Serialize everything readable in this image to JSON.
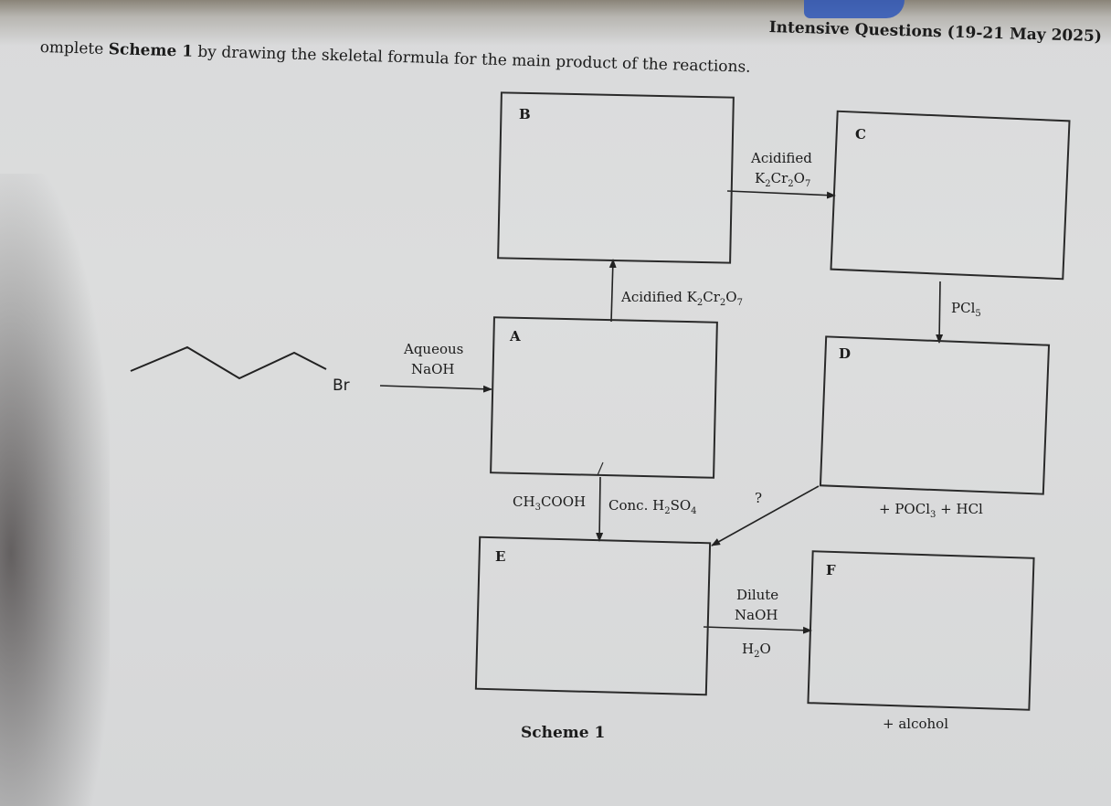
{
  "header": "Intensive Questions (19-21 May 2025)",
  "instruction": {
    "prefix": "omplete ",
    "scheme_ref": "Scheme 1",
    "suffix": " by drawing the skeletal formula for the main product of the reactions."
  },
  "reactant": {
    "substituent": "Br"
  },
  "boxes": {
    "A": "A",
    "B": "B",
    "C": "C",
    "D": "D",
    "E": "E",
    "F": "F"
  },
  "reagents": {
    "to_A_line1": "Aqueous",
    "to_A_line2": "NaOH",
    "A_to_B": {
      "text": "Acidified K",
      "sub1": "2",
      "mid": "Cr",
      "sub2": "2",
      "end": "O",
      "sub3": "7"
    },
    "B_to_C_line1": "Acidified",
    "B_to_C_line2": {
      "text": "K",
      "sub1": "2",
      "mid": "Cr",
      "sub2": "2",
      "end": "O",
      "sub3": "7"
    },
    "C_to_D": {
      "text": "PCl",
      "sub1": "5"
    },
    "D_byproducts": {
      "pre": "+ POCl",
      "sub1": "3",
      "post": " + HCl"
    },
    "A_to_E_left": {
      "text": "CH",
      "sub1": "3",
      "end": "COOH"
    },
    "A_to_E_right": {
      "text": "Conc. H",
      "sub1": "2",
      "mid": "SO",
      "sub2": "4"
    },
    "D_to_E": "?",
    "E_to_F_line1": "Dilute",
    "E_to_F_line2": "NaOH",
    "E_to_F_line3": {
      "text": "H",
      "sub1": "2",
      "end": "O"
    },
    "F_byproduct": "+ alcohol"
  },
  "caption": "Scheme 1"
}
